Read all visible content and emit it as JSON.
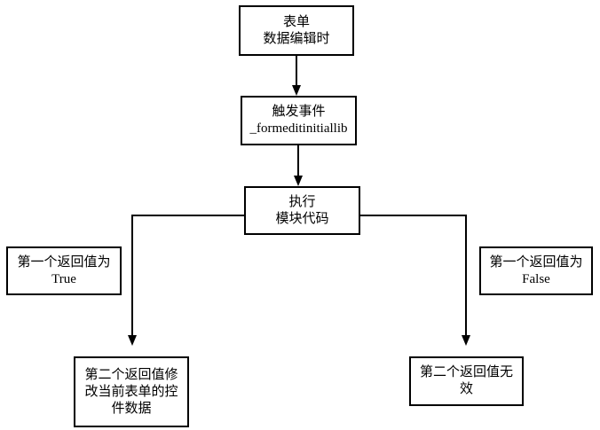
{
  "diagram": {
    "type": "flowchart",
    "colors": {
      "background": "#ffffff",
      "line": "#000000",
      "node_fill": "#ffffff",
      "text": "#000000"
    },
    "nodes": {
      "form_edit": {
        "lines": [
          "表单",
          "数据编辑时"
        ]
      },
      "trigger_event": {
        "lines": [
          "触发事件",
          "_formeditinitiallib"
        ]
      },
      "execute_module": {
        "lines": [
          "执行",
          "模块代码"
        ]
      },
      "first_return_true": {
        "lines": [
          "第一个返回值为",
          "True"
        ]
      },
      "first_return_false": {
        "lines": [
          "第一个返回值为",
          "False"
        ]
      },
      "second_return_modify": {
        "lines": [
          "第二个返回值修",
          "改当前表单的控",
          "件数据"
        ]
      },
      "second_return_invalid": {
        "lines": [
          "第二个返回值无",
          "效"
        ]
      }
    },
    "edges": [
      {
        "from": "form_edit",
        "to": "trigger_event",
        "arrow": "down"
      },
      {
        "from": "trigger_event",
        "to": "execute_module",
        "arrow": "down"
      },
      {
        "from": "execute_module",
        "to": "second_return_modify",
        "arrow": "down",
        "branch": "left"
      },
      {
        "from": "execute_module",
        "to": "second_return_invalid",
        "arrow": "down",
        "branch": "right"
      }
    ]
  }
}
